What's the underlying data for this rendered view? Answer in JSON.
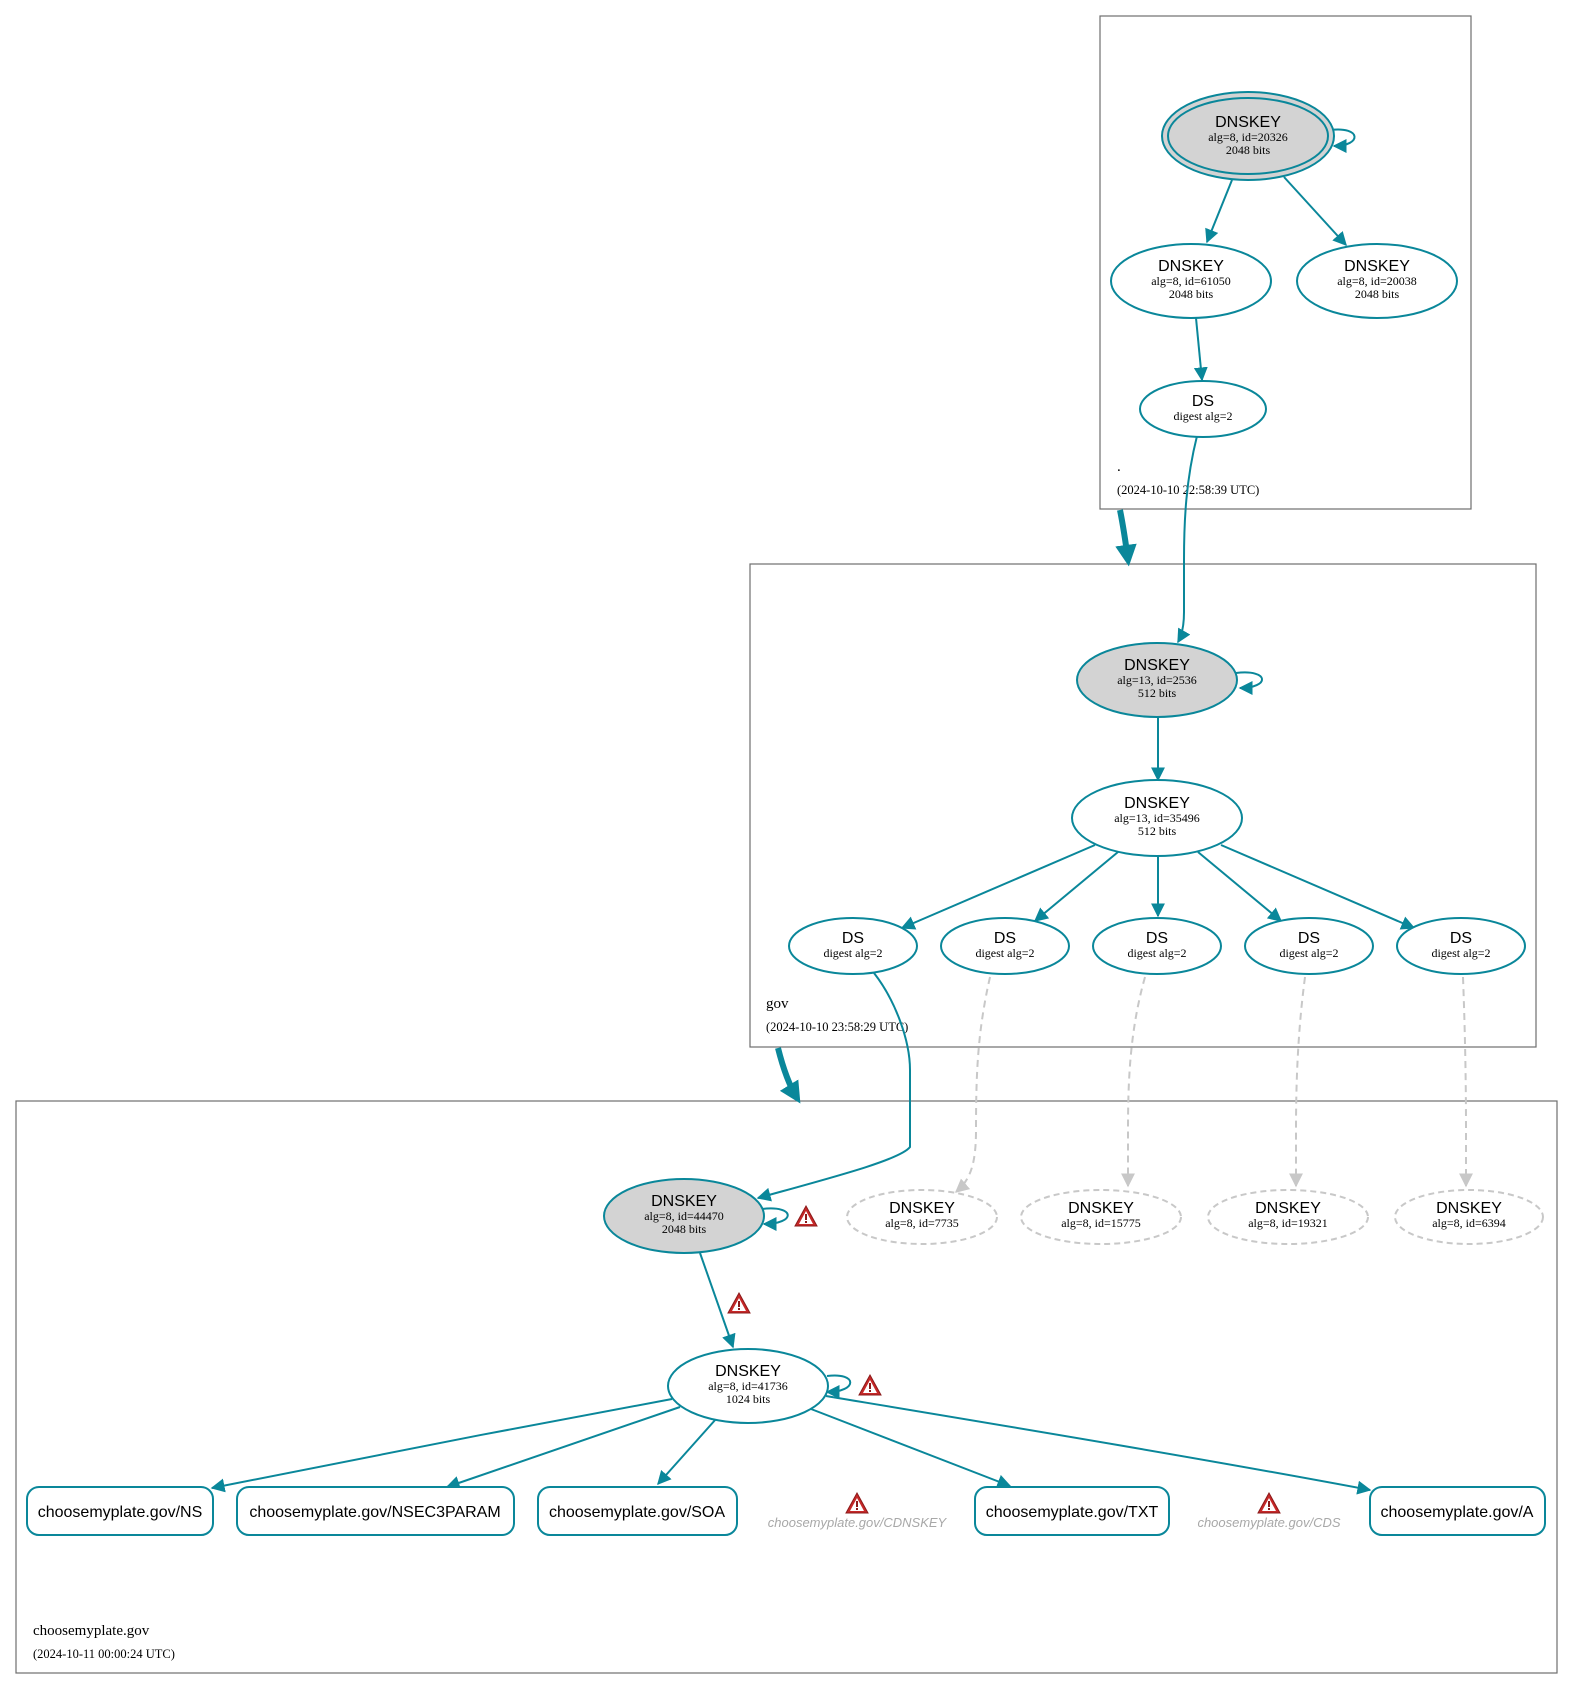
{
  "zones": [
    {
      "name": ".",
      "timestamp": "(2024-10-10 22:58:39 UTC)"
    },
    {
      "name": "gov",
      "timestamp": "(2024-10-10 23:58:29 UTC)"
    },
    {
      "name": "choosemyplate.gov",
      "timestamp": "(2024-10-11 00:00:24 UTC)"
    }
  ],
  "nodes": {
    "root_ksk": {
      "title": "DNSKEY",
      "line1": "alg=8, id=20326",
      "line2": "2048 bits"
    },
    "root_zsk1": {
      "title": "DNSKEY",
      "line1": "alg=8, id=61050",
      "line2": "2048 bits"
    },
    "root_zsk2": {
      "title": "DNSKEY",
      "line1": "alg=8, id=20038",
      "line2": "2048 bits"
    },
    "root_ds": {
      "title": "DS",
      "line1": "digest alg=2"
    },
    "gov_ksk": {
      "title": "DNSKEY",
      "line1": "alg=13, id=2536",
      "line2": "512 bits"
    },
    "gov_zsk": {
      "title": "DNSKEY",
      "line1": "alg=13, id=35496",
      "line2": "512 bits"
    },
    "gov_ds1": {
      "title": "DS",
      "line1": "digest alg=2"
    },
    "gov_ds2": {
      "title": "DS",
      "line1": "digest alg=2"
    },
    "gov_ds3": {
      "title": "DS",
      "line1": "digest alg=2"
    },
    "gov_ds4": {
      "title": "DS",
      "line1": "digest alg=2"
    },
    "gov_ds5": {
      "title": "DS",
      "line1": "digest alg=2"
    },
    "cmp_ksk": {
      "title": "DNSKEY",
      "line1": "alg=8, id=44470",
      "line2": "2048 bits"
    },
    "cmp_missing1": {
      "title": "DNSKEY",
      "line1": "alg=8, id=7735"
    },
    "cmp_missing2": {
      "title": "DNSKEY",
      "line1": "alg=8, id=15775"
    },
    "cmp_missing3": {
      "title": "DNSKEY",
      "line1": "alg=8, id=19321"
    },
    "cmp_missing4": {
      "title": "DNSKEY",
      "line1": "alg=8, id=6394"
    },
    "cmp_zsk": {
      "title": "DNSKEY",
      "line1": "alg=8, id=41736",
      "line2": "1024 bits"
    }
  },
  "rrsets": {
    "ns": "choosemyplate.gov/NS",
    "nsec3param": "choosemyplate.gov/NSEC3PARAM",
    "soa": "choosemyplate.gov/SOA",
    "cdnskey": "choosemyplate.gov/CDNSKEY",
    "txt": "choosemyplate.gov/TXT",
    "cds": "choosemyplate.gov/CDS",
    "a": "choosemyplate.gov/A"
  },
  "colors": {
    "edge": "#0a879a",
    "ksk_fill": "#d3d3d3",
    "missing": "#c8c8c8",
    "warning": "#c62828"
  },
  "icons": [
    "warning-icon"
  ]
}
